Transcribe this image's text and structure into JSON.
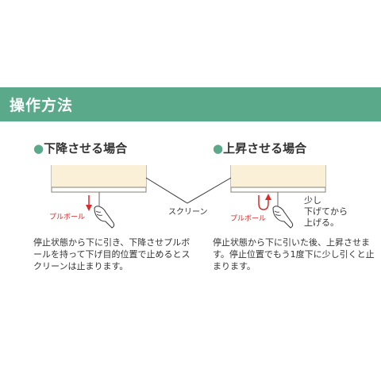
{
  "header": {
    "title": "操作方法"
  },
  "sections": {
    "lower": {
      "bullet": "●",
      "title": "下降させる場合",
      "pull_label": "プルボール",
      "description": "停止状態から下に引き、下降させプルボールを持って下げ目的位置で止めるとスクリーンは止まります。"
    },
    "raise": {
      "bullet": "●",
      "title": "上昇させる場合",
      "pull_label": "プルボール",
      "description": "停止状態から下に引いた後、上昇させます。停止位置でもう1度下に少し引くと止まります。",
      "note_lines": [
        "少し",
        "下げてから",
        "上げる。"
      ]
    }
  },
  "screen_label": "スクリーン",
  "colors": {
    "banner": "#5aa98a",
    "screen_fill": "#faf0d8",
    "screen_border": "#8a7f70",
    "arrow": "#d92b2b",
    "text": "#333333"
  }
}
